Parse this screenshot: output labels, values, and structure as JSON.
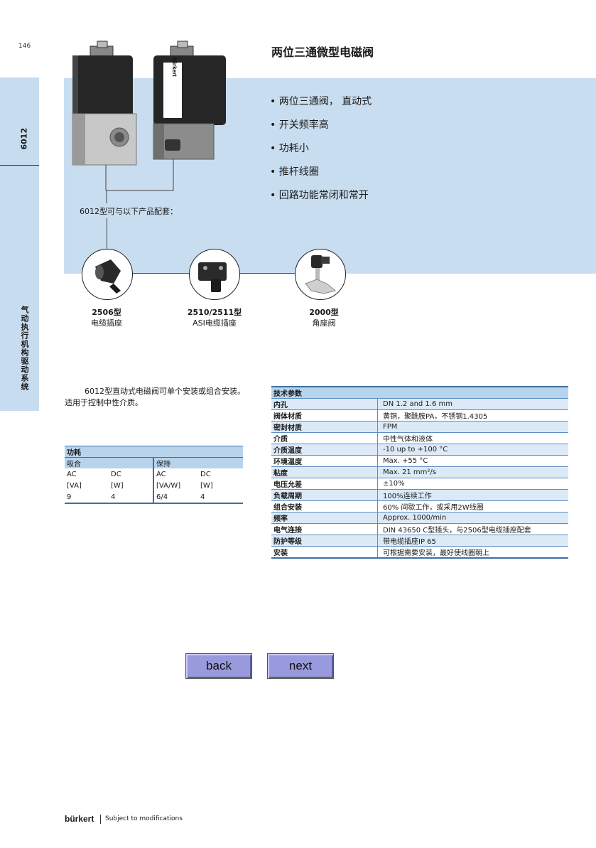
{
  "page_number": "146",
  "sidebar": {
    "series": "6012",
    "section": "气动执行机构驱动系统"
  },
  "title": "两位三通微型电磁阀",
  "features": [
    "• 两位三通阀， 直动式",
    "• 开关频率高",
    "• 功耗小",
    "• 推杆线圈",
    "• 回路功能常闭和常开"
  ],
  "compat_label": "6012型可与以下产品配套：",
  "product_label_text": "bürkert",
  "accessories": [
    {
      "name": "2506型",
      "desc": "电缆插座"
    },
    {
      "name": "2510/2511型",
      "desc": "ASI电缆插座"
    },
    {
      "name": "2000型",
      "desc": "角座阀"
    }
  ],
  "description": "6012型直动式电磁阀可单个安装或组合安装。适用于控制中性介质。",
  "power_table": {
    "title": "功耗",
    "groups": [
      "吸合",
      "保持"
    ],
    "units_row1": [
      "AC",
      "DC",
      "AC",
      "DC"
    ],
    "units_row2": [
      "[VA]",
      "[W]",
      "[VA/W]",
      "[W]"
    ],
    "values": [
      "9",
      "4",
      "6/4",
      "4"
    ]
  },
  "tech_table": {
    "title": "技术参数",
    "rows": [
      {
        "key": "内孔",
        "value": "DN 1.2 and 1.6 mm"
      },
      {
        "key": "阀体材质",
        "value": "黄铜，聚酰胺PA，不锈钢1.4305"
      },
      {
        "key": "密封材质",
        "value": "FPM"
      },
      {
        "key": "介质",
        "value": "中性气体和液体"
      },
      {
        "key": "介质温度",
        "value": "-10 up to +100 °C"
      },
      {
        "key": "环境温度",
        "value": "Max. +55 °C"
      },
      {
        "key": "粘度",
        "value": "Max. 21 mm²/s"
      },
      {
        "key": "电压允差",
        "value": "±10%"
      },
      {
        "key": "负载周期",
        "value": "100%连续工作"
      },
      {
        "key": "组合安装",
        "value": "60% 间歇工作，或采用2W线圈"
      },
      {
        "key": "频率",
        "value": "Approx. 1000/min"
      },
      {
        "key": "电气连接",
        "value": "DIN 43650 C型插头，与2506型电缆插座配套"
      },
      {
        "key": "防护等级",
        "value": "带电缆插座IP 65"
      },
      {
        "key": "安装",
        "value": "可根据需要安装，最好使线圈朝上"
      }
    ]
  },
  "nav": {
    "back": "back",
    "next": "next"
  },
  "footer": {
    "logo": "bürkert",
    "text": "Subject to modifications"
  },
  "colors": {
    "banner": "#c9ddf0",
    "table_header": "#b8d3ec",
    "button": "#9999dd",
    "accent_line": "#3d6fa8"
  }
}
